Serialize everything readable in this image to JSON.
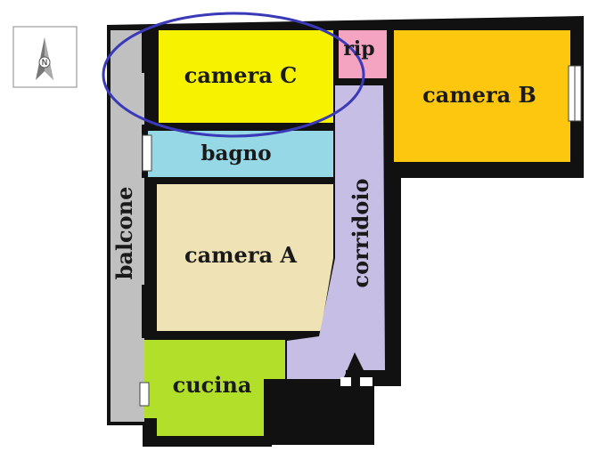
{
  "compass": {
    "letter": "N",
    "icon": "north-arrow-icon"
  },
  "rooms": {
    "camera_c": {
      "label": "camera C",
      "color": "#f7f200"
    },
    "rip": {
      "label": "rip",
      "color": "#f4a4c0"
    },
    "camera_b": {
      "label": "camera B",
      "color": "#fdc70f"
    },
    "bagno": {
      "label": "bagno",
      "color": "#96d8e6"
    },
    "camera_a": {
      "label": "camera A",
      "color": "#efe3b5"
    },
    "corridoio": {
      "label": "corridoio",
      "color": "#c7bee6"
    },
    "balcone": {
      "label": "balcone",
      "color": "#c0c0c0"
    },
    "cucina": {
      "label": "cucina",
      "color": "#b2e02a"
    }
  },
  "highlight": {
    "color": "#3a3ab8"
  },
  "entrance": {
    "icon": "entrance-arrow-icon"
  },
  "wall_color": "#111111"
}
